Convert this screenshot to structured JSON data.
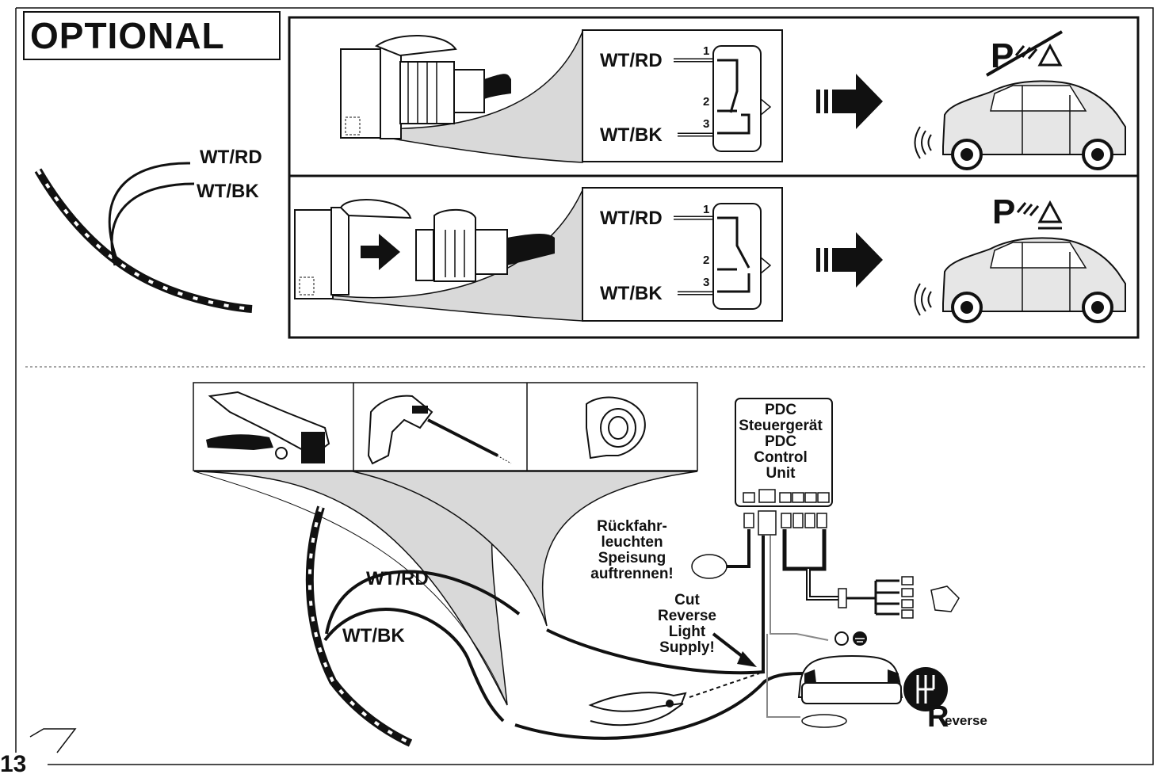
{
  "title": "OPTIONAL",
  "page_number": "13",
  "wires": {
    "red": "WT/RD",
    "black": "WT/BK"
  },
  "pins": [
    "1",
    "2",
    "3"
  ],
  "pdc_unit": {
    "line1": "PDC",
    "line2": "Steuergerät",
    "line3": "PDC",
    "line4": "Control",
    "line5": "Unit"
  },
  "note_de": {
    "line1": "Rückfahr-",
    "line2": "leuchten",
    "line3": "Speisung",
    "line4": "auftrennen!"
  },
  "note_en": {
    "line1": "Cut",
    "line2": "Reverse",
    "line3": "Light",
    "line4": "Supply!"
  },
  "reverse_label": "everse",
  "reverse_letter": "R",
  "parking_letter": "P",
  "colors": {
    "ink": "#111111",
    "shade": "#d9d9d9",
    "divider": "#888888"
  },
  "icons": [
    "wire-stripper-icon",
    "soldering-iron-icon",
    "tape-roll-icon",
    "crimping-pliers-icon",
    "reverse-gear-icon",
    "ground-icon",
    "parking-sensor-icon",
    "car-icon",
    "trailer-socket-icon"
  ]
}
